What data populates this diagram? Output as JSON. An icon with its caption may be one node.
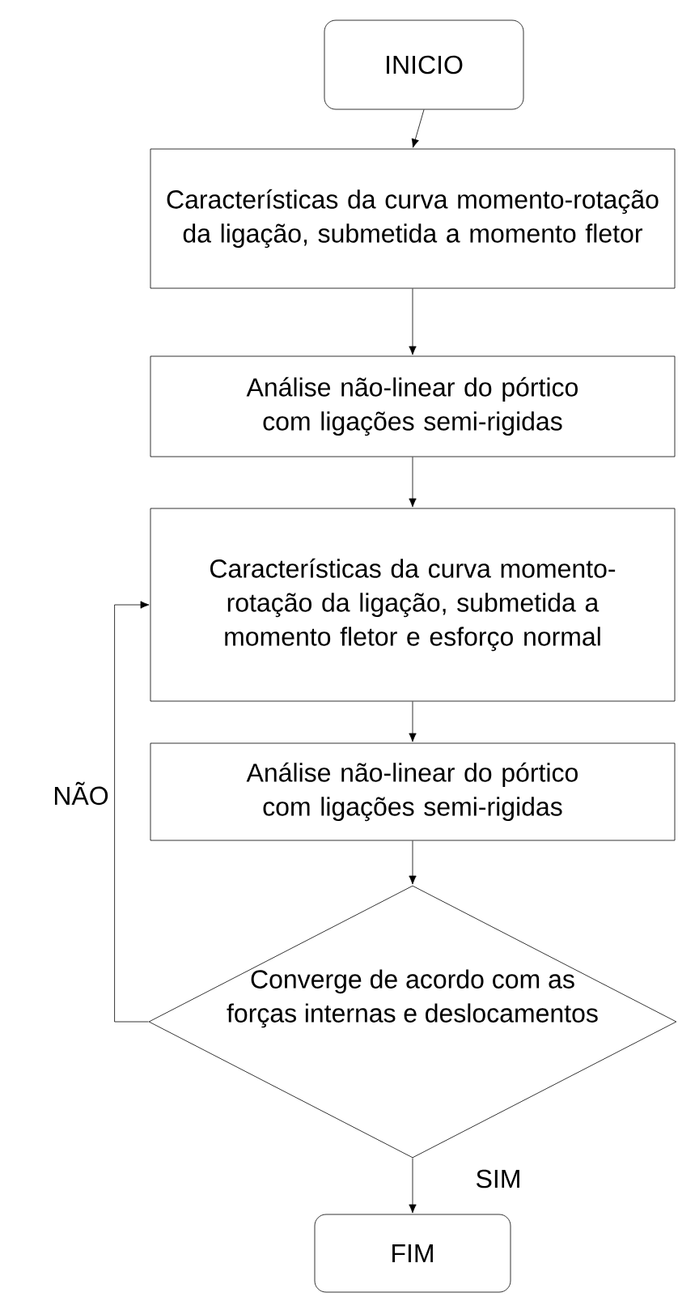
{
  "diagram": {
    "nodes": [
      {
        "text": [
          "INICIO"
        ]
      },
      {
        "text": [
          "Características da curva momento-rotação da ligação, submetida a momento fletor"
        ]
      },
      {
        "text": [
          "Análise não-linear do pórtico com ligações semi-rigidas"
        ]
      },
      {
        "text": [
          "Características da curva momento-rotação da ligação, submetida a momento fletor e esforço normal"
        ]
      },
      {
        "text": [
          "Análise não-linear do pórtico com ligações semi-rigidas"
        ]
      },
      {
        "text": [
          "Converge de acordo com as forças internas e deslocamentos"
        ]
      },
      {
        "text": [
          "FIM"
        ]
      }
    ],
    "edges": [
      {
        "from": 0,
        "to": 1,
        "arrow": "to"
      },
      {
        "from": 1,
        "to": 2,
        "arrow": "to"
      },
      {
        "from": 2,
        "to": 3,
        "arrow": "to"
      },
      {
        "from": 3,
        "to": 4,
        "arrow": "to"
      },
      {
        "from": 4,
        "to": 5,
        "arrow": "to"
      },
      {
        "from": 5,
        "to": 6,
        "arrow": "to",
        "label": "SIM"
      },
      {
        "from": 5,
        "to": 3,
        "arrow": "to",
        "label": "NÃO"
      }
    ]
  }
}
